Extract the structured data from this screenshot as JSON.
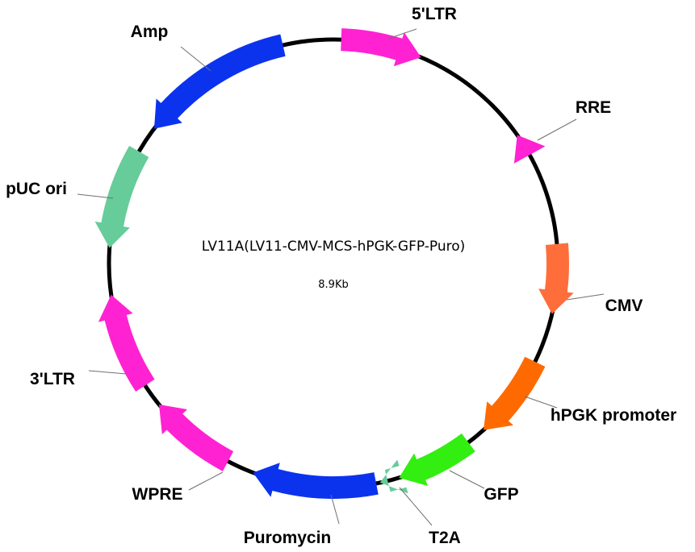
{
  "plasmid": {
    "name": "LV11A(LV11-CMV-MCS-hPGK-GFP-Puro)",
    "size": "8.9Kb"
  },
  "features": [
    {
      "id": "5ltr",
      "label": "5'LTR",
      "color": "#ff22d2",
      "start_deg": 2,
      "end_deg": 23,
      "direction": "cw"
    },
    {
      "id": "rre",
      "label": "RRE",
      "color": "#ff22d2",
      "start_deg": 55,
      "end_deg": 61,
      "direction": "ccw"
    },
    {
      "id": "cmv",
      "label": "CMV",
      "color": "#ff6e3a",
      "start_deg": 85,
      "end_deg": 103,
      "direction": "cw"
    },
    {
      "id": "hpgk",
      "label": "hPGK promoter",
      "color": "#ff6a00",
      "start_deg": 116,
      "end_deg": 138,
      "direction": "cw"
    },
    {
      "id": "gfp",
      "label": "GFP",
      "color": "#33ee11",
      "start_deg": 143,
      "end_deg": 163,
      "direction": "cw"
    },
    {
      "id": "t2a",
      "label": "T2A",
      "color": "#66cc99",
      "start_deg": 166,
      "end_deg": 168,
      "direction": "cw"
    },
    {
      "id": "puromycin",
      "label": "Puromycin",
      "color": "#0b33ee",
      "start_deg": 169,
      "end_deg": 201,
      "direction": "cw"
    },
    {
      "id": "wpre",
      "label": "WPRE",
      "color": "#ff22d2",
      "start_deg": 208,
      "end_deg": 231,
      "direction": "cw"
    },
    {
      "id": "3ltr",
      "label": "3'LTR",
      "color": "#ff22d2",
      "start_deg": 237,
      "end_deg": 262,
      "direction": "cw"
    },
    {
      "id": "puc-ori",
      "label": "pUC ori",
      "color": "#66cc99",
      "start_deg": 274,
      "end_deg": 300,
      "direction": "ccw"
    },
    {
      "id": "amp",
      "label": "Amp",
      "color": "#0b33ee",
      "start_deg": 307,
      "end_deg": 347,
      "direction": "ccw"
    }
  ]
}
